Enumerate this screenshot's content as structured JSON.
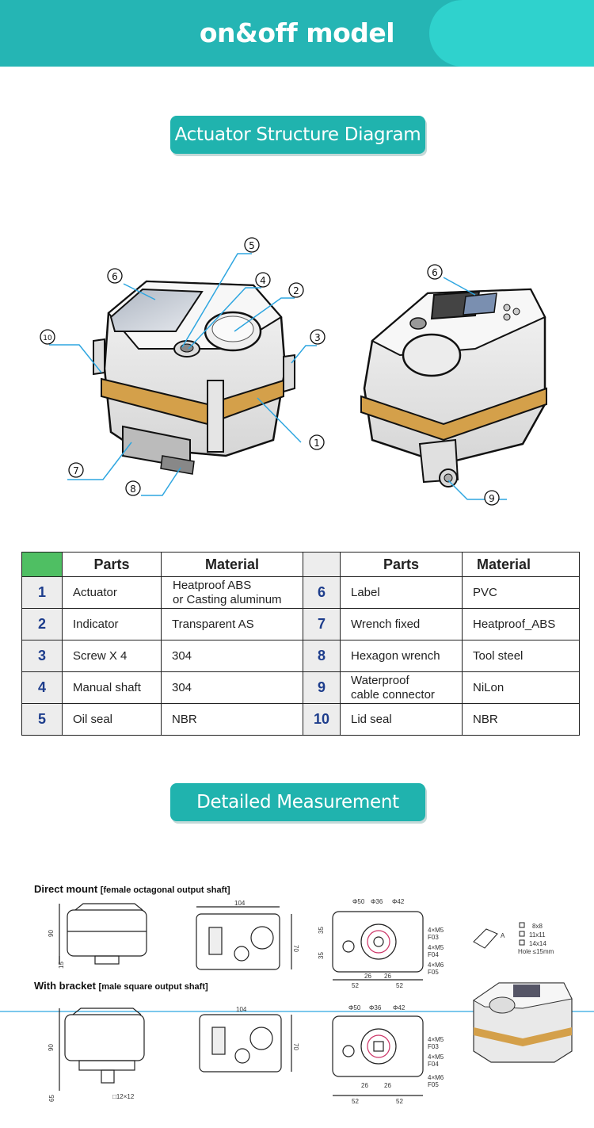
{
  "header": {
    "title": "on&off model"
  },
  "section1": {
    "title": "Actuator Structure Diagram"
  },
  "diagram": {
    "callouts": [
      "①",
      "②",
      "③",
      "④",
      "⑤",
      "⑥",
      "⑦",
      "⑧",
      "⑨",
      "⑩"
    ]
  },
  "table": {
    "headers": {
      "parts": "Parts",
      "material": "Material"
    },
    "rows": [
      {
        "left": {
          "num": "1",
          "part": "Actuator",
          "material": "Heatproof ABS\nor  Casting aluminum"
        },
        "right": {
          "num": "6",
          "part": "Label",
          "material": "PVC"
        }
      },
      {
        "left": {
          "num": "2",
          "part": "Indicator",
          "material": "Transparent AS"
        },
        "right": {
          "num": "7",
          "part": "Wrench fixed",
          "material": "Heatproof_ABS"
        }
      },
      {
        "left": {
          "num": "3",
          "part": "Screw X 4",
          "material": "304"
        },
        "right": {
          "num": "8",
          "part": "Hexagon wrench",
          "material": "Tool steel"
        }
      },
      {
        "left": {
          "num": "4",
          "part": "Manual shaft",
          "material": "304"
        },
        "right": {
          "num": "9",
          "part": "Waterproof\ncable connector",
          "material": "NiLon"
        }
      },
      {
        "left": {
          "num": "5",
          "part": "Oil seal",
          "material": "NBR"
        },
        "right": {
          "num": "10",
          "part": "Lid seal",
          "material": "NBR"
        }
      }
    ]
  },
  "section2": {
    "title": "Detailed Measurement"
  },
  "measurement": {
    "direct_mount": {
      "label": "Direct mount",
      "detail": "[female octagonal output shaft]"
    },
    "with_bracket": {
      "label": "With bracket",
      "detail": "[male square output shaft]"
    },
    "dims": {
      "width": "104",
      "height_front": "70",
      "height_side": "90",
      "base": "15",
      "base_bracket": "65",
      "phi50": "Φ50",
      "phi36": "Φ36",
      "phi42": "Φ42",
      "m35": "35",
      "m26": "26",
      "m52": "52",
      "f03": "4×M5\nF03",
      "f04": "4×M5\nF04",
      "f05": "4×M6\nF05",
      "sq8": "8x8",
      "sq11": "11x11",
      "sq14": "14x14",
      "hole": "Hole ≤15mm",
      "label_a": "A",
      "sq12": "□12×12"
    }
  },
  "colors": {
    "header": "#25b5b4",
    "header_pill": "#2fd2cd",
    "badge": "#20b3ae",
    "table_corner": "#4fbf63",
    "num_text": "#1d3d8c",
    "band": "#d4a04a"
  }
}
